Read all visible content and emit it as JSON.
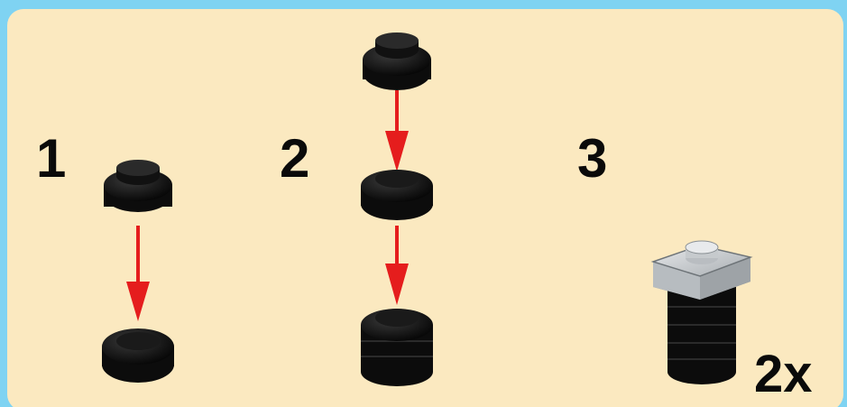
{
  "steps": [
    {
      "number": "1",
      "description_icon": "stack-two-black-round-plates-icon"
    },
    {
      "number": "2",
      "description_icon": "stack-three-black-round-plates-icon"
    },
    {
      "number": "3",
      "description_icon": "grey-square-plate-on-black-stack-icon"
    }
  ],
  "quantity_label": "2x",
  "colors": {
    "background_outer": "#7fd3f2",
    "panel": "#fbe9c0",
    "brick_black": "#0c0c0c",
    "arrow_red": "#e51d1d",
    "grey_plate": "#c9cdd0"
  }
}
